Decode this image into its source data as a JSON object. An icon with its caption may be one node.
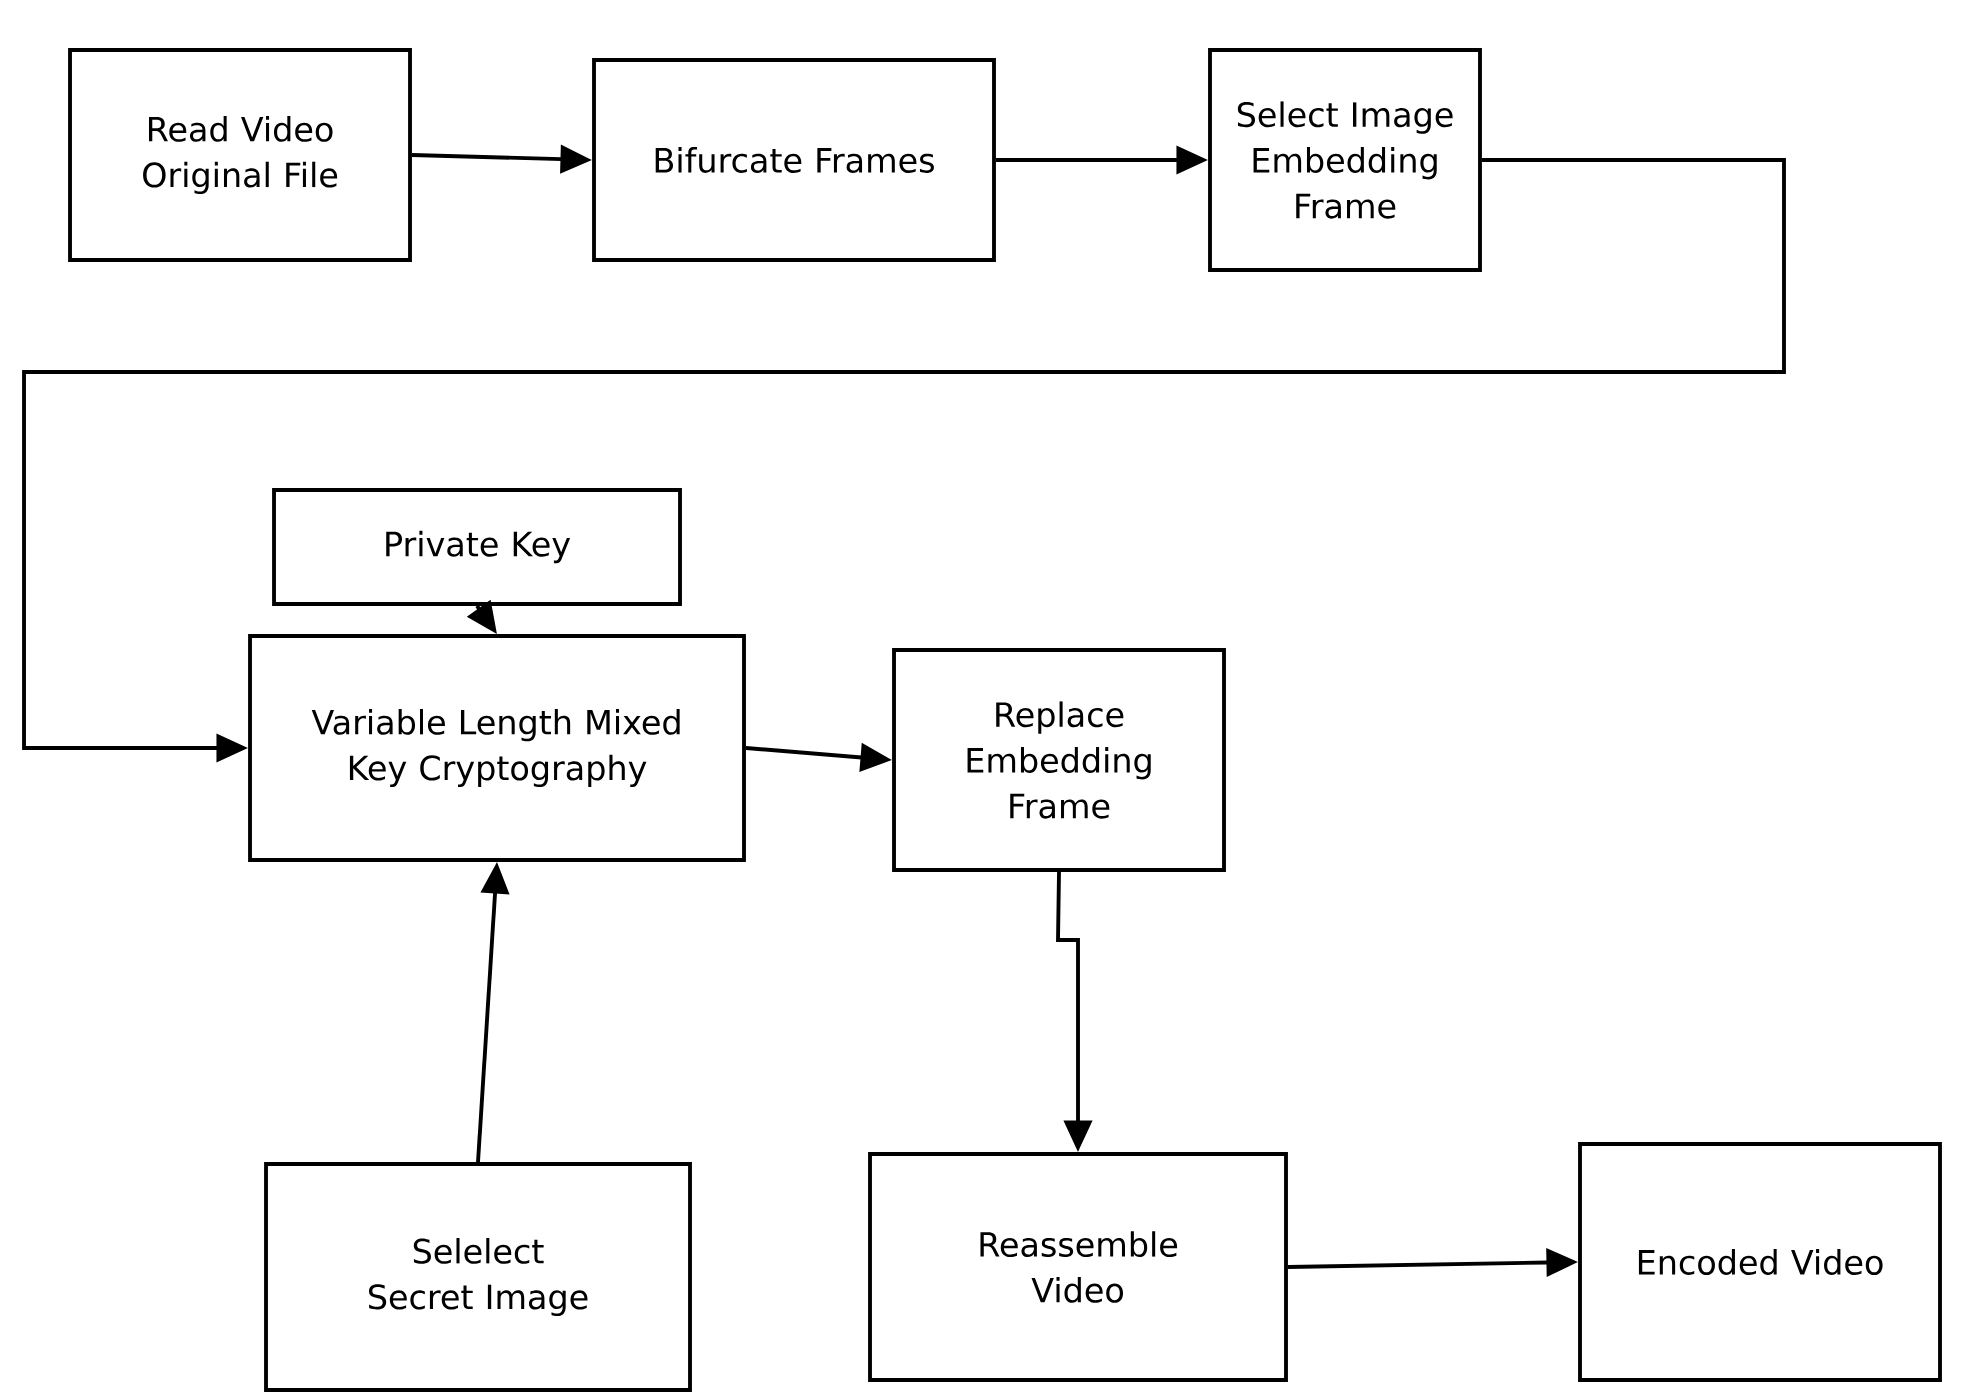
{
  "diagram": {
    "nodes": [
      {
        "text": [
          "Read Video Original File"
        ]
      },
      {
        "text": [
          "Bifurcate Frames"
        ]
      },
      {
        "text": [
          "Select Image Embedding Frame"
        ]
      },
      {
        "text": [
          "Private Key"
        ]
      },
      {
        "text": [
          "Variable Length Mixed Key Cryptography"
        ]
      },
      {
        "text": [
          "Replace Embedding Frame"
        ]
      },
      {
        "text": [
          "Selelect Secret Image"
        ]
      },
      {
        "text": [
          "Reassemble Video"
        ]
      },
      {
        "text": [
          "Encoded Video"
        ]
      }
    ],
    "edges": [
      {
        "from": 0,
        "to": 1,
        "arrow": "to"
      },
      {
        "from": 1,
        "to": 2,
        "arrow": "to"
      },
      {
        "from": 2,
        "to": 4,
        "arrow": "to"
      },
      {
        "from": 3,
        "to": 4,
        "arrow": "to"
      },
      {
        "from": 6,
        "to": 4,
        "arrow": "to"
      },
      {
        "from": 4,
        "to": 5,
        "arrow": "to"
      },
      {
        "from": 5,
        "to": 7,
        "arrow": "to"
      },
      {
        "from": 7,
        "to": 8,
        "arrow": "to"
      }
    ]
  }
}
